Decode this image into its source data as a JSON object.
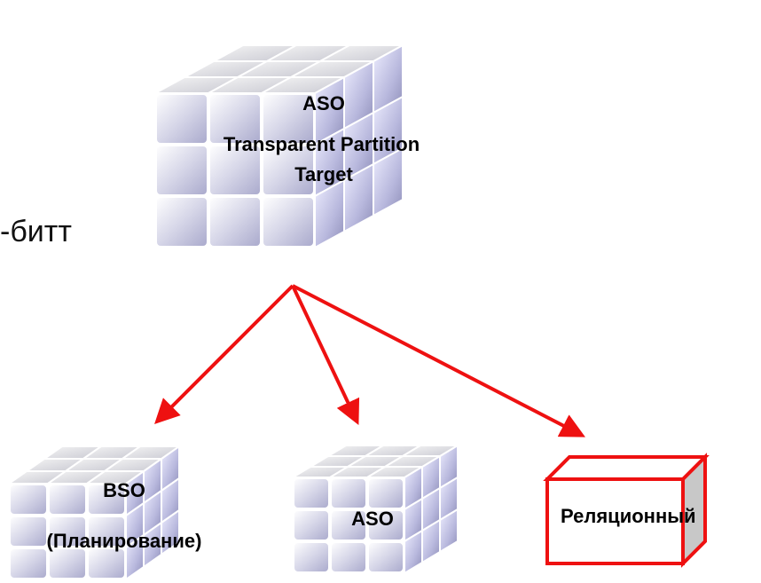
{
  "side_text": "-битт",
  "top_cube": {
    "title": "ASO",
    "line1": "Transparent Partition",
    "line2": "Target"
  },
  "targets": [
    {
      "title": "BSO",
      "subtitle": "(Планирование)"
    },
    {
      "title": "ASO"
    },
    {
      "title": "Реляционный"
    }
  ],
  "colors": {
    "arrow": "#ee1111",
    "cube_face": "#dcdcf0",
    "cube_top": "#e6e6ea",
    "box_stroke": "#ee1111",
    "box_side": "#c8c8c8"
  }
}
